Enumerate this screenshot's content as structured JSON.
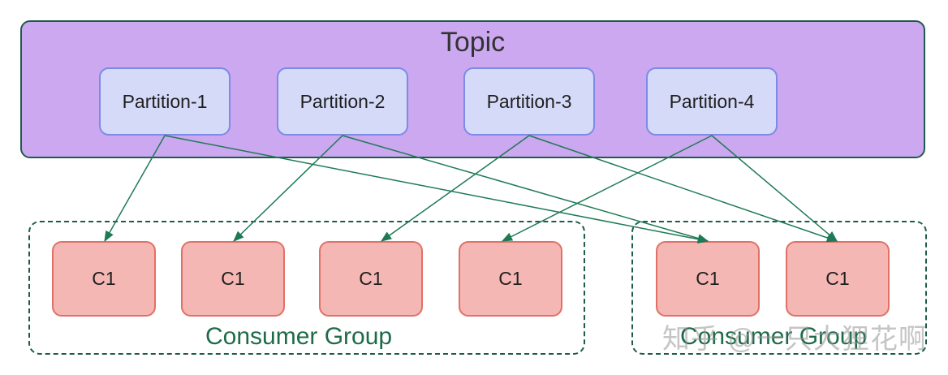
{
  "topic": {
    "title": "Topic",
    "partitions": [
      {
        "label": "Partition-1"
      },
      {
        "label": "Partition-2"
      },
      {
        "label": "Partition-3"
      },
      {
        "label": "Partition-4"
      }
    ]
  },
  "groups": [
    {
      "label": "Consumer Group",
      "consumers": [
        "C1",
        "C1",
        "C1",
        "C1"
      ]
    },
    {
      "label": "Consumer Group",
      "consumers": [
        "C1",
        "C1"
      ]
    }
  ],
  "watermark": "知乎 @一只大狸花啊",
  "colors": {
    "topic_fill": "#cba8f0",
    "partition_fill": "#d5daf8",
    "consumer_fill": "#f4b7b4",
    "arrow": "#1e7a55"
  }
}
